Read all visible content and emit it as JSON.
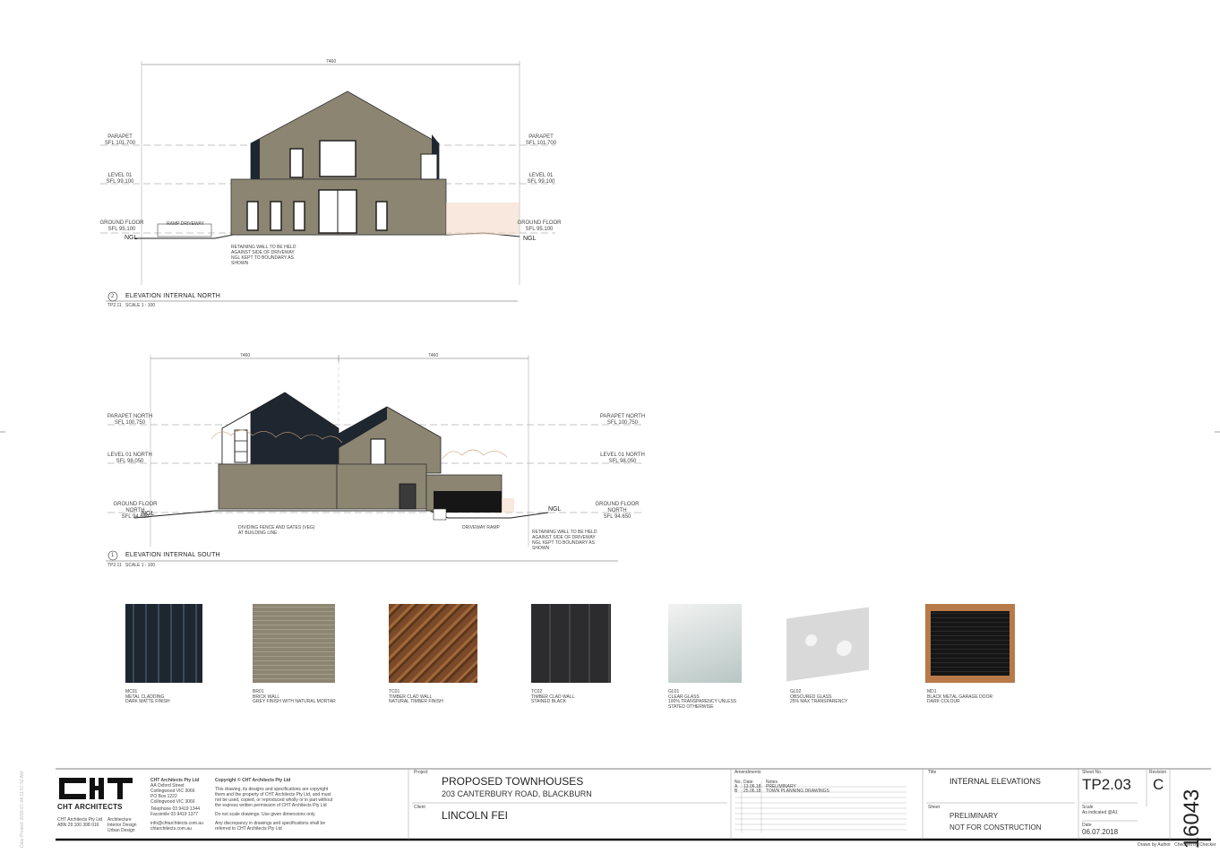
{
  "elevation_north": {
    "number": "2",
    "title": "ELEVATION INTERNAL NORTH",
    "ref": "TP2.11",
    "scale": "SCALE 1 : 100",
    "dimension": "7460",
    "levels_left": [
      {
        "name": "PARAPET",
        "value": "SFL 101.700"
      },
      {
        "name": "LEVEL 01",
        "value": "SFL 99.100"
      },
      {
        "name": "GROUND FLOOR",
        "value": "SFL 95.100"
      }
    ],
    "levels_right": [
      {
        "name": "PARAPET",
        "value": "SFL 101.700"
      },
      {
        "name": "LEVEL 01",
        "value": "SFL 99.100"
      },
      {
        "name": "GROUND FLOOR",
        "value": "SFL 95.100"
      }
    ],
    "ngl": "NGL",
    "note_driveway": "RAMP DRIVEWAY",
    "note_retaining": "RETAINING WALL TO BE HELD\nAGAINST SIDE OF DRIVEWAY\nNGL KEPT TO BOUNDARY AS\nSHOWN"
  },
  "elevation_south": {
    "number": "1",
    "title": "ELEVATION INTERNAL SOUTH",
    "ref": "TP2.11",
    "scale": "SCALE 1 : 100",
    "dimension_left": "7460",
    "dimension_right": "7460",
    "levels_left": [
      {
        "name": "PARAPET NORTH",
        "value": "SFL 100.750"
      },
      {
        "name": "LEVEL 01 NORTH",
        "value": "SFL 98.050"
      },
      {
        "name": "GROUND FLOOR NORTH",
        "value": "SFL 94.650"
      }
    ],
    "levels_right": [
      {
        "name": "PARAPET NORTH",
        "value": "SFL 100.750"
      },
      {
        "name": "LEVEL 01 NORTH",
        "value": "SFL 98.050"
      },
      {
        "name": "GROUND FLOOR NORTH",
        "value": "SFL 94.650"
      }
    ],
    "ngl": "NGL",
    "note_fence": "DIVIDING FENCE AND GATES (VEG)\nAT BUILDING LINE",
    "note_ramp": "DRIVEWAY RAMP",
    "note_retaining": "RETAINING WALL TO BE HELD\nAGAINST SIDE OF DRIVEWAY\nNGL KEPT TO BOUNDARY AS\nSHOWN"
  },
  "materials": [
    {
      "code": "MC01",
      "name": "METAL CLADDING",
      "desc": "DARK MATTE FINISH",
      "color": "#1e2630"
    },
    {
      "code": "BR01",
      "name": "BRICK WALL",
      "desc": "GREY FINISH WITH NATURAL MORTAR",
      "color": "#8b8572"
    },
    {
      "code": "TC01",
      "name": "TIMBER CLAD WALL",
      "desc": "NATURAL TIMBER FINISH",
      "color": "#7a4a2a"
    },
    {
      "code": "TC02",
      "name": "TIMBER CLAD WALL",
      "desc": "STAINED BLACK",
      "color": "#2c2c2e"
    },
    {
      "code": "GL01",
      "name": "CLEAR GLASS",
      "desc": "100% TRANSPARENCY UNLESS\nSTATED OTHERWISE",
      "color": "#cfd8d6"
    },
    {
      "code": "GL02",
      "name": "OBSCURED GLASS",
      "desc": "25% MAX TRANSPARENCY",
      "color": "#d9d9d9"
    },
    {
      "code": "MD1",
      "name": "BLACK METAL GARAGE DOOR",
      "desc": "DARK COLOUR",
      "color": "#161616"
    }
  ],
  "title_block": {
    "firm_logo": "CHT",
    "firm_name": "CHT ARCHITECTS",
    "firm_entity": "CHT Architects Pty Ltd",
    "firm_address": "AA Oxford Street\nCollingwood VIC 3066\nPO Box 1222\nCollingwood VIC 3066",
    "firm_phone": "Telephone 03 9419 1344\nFacsimile 03 9419 1377",
    "firm_email": "info@chtarchitects.com.au\nchtarchitects.com.au",
    "firm_abn": "CHT Architects Pty Ltd\nABN 29 100 308 016",
    "firm_services": "Architecture\nInterior Design\nUrban Design",
    "copyright_title": "Copyright © CHT Architects Pty Ltd",
    "copyright_text": "This drawing, its designs and specifications are copyright\nthem and the property of CHT Architects Pty Ltd, and must\nnot be used, copied, or reproduced wholly or in part without\nthe express written permission of CHT Architects Pty Ltd",
    "scale_note": "Do not scale drawings. Use given dimensions only.",
    "discrepancy_note": "Any discrepancy in drawings and specifications shall be\nreferred to CHT Architects Pty Ltd",
    "project_label": "Project",
    "project_name": "PROPOSED TOWNHOUSES",
    "project_address": "203 CANTERBURY ROAD, BLACKBURN",
    "client_label": "Client",
    "client_name": "LINCOLN FEI",
    "amendments_label": "Amendments",
    "amend_cols": [
      "No.",
      "Date",
      "Notes"
    ],
    "amendments": [
      {
        "no": "A",
        "date": "13.06.18",
        "note": "PRELIMINARY"
      },
      {
        "no": "B",
        "date": "25.06.18",
        "note": "TOWN PLANNING DRAWINGS"
      }
    ],
    "title_label": "Title",
    "title": "INTERNAL ELEVATIONS",
    "sheet_label": "Sheet",
    "sheet_status": "PRELIMINARY",
    "sheet_status2": "NOT FOR CONSTRUCTION",
    "sheet_no_label": "Sheet No.",
    "sheet_no": "TP2.03",
    "revision_label": "Revision",
    "revision": "C",
    "scale_label": "Scale",
    "scale_value": "As indicated @A1",
    "date_label": "Date",
    "date": "06.07.2018",
    "job_no": "16043",
    "drawn_by": "Drawn by Author   Checked by Checker",
    "side_note": "Date Printed: 2018-07-06 11:57:52 AM"
  }
}
